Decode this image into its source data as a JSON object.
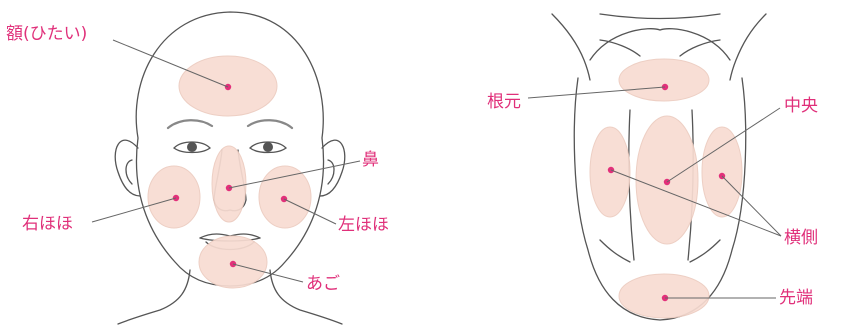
{
  "colors": {
    "label": "#e0307a",
    "dot": "#e2307a",
    "zone_fill": "#f8dcd2",
    "zone_stroke": "#eccbbf",
    "leader": "#666666",
    "outline": "#555555"
  },
  "face": {
    "labels": {
      "forehead": "額(ひたい)",
      "nose": "鼻",
      "right_cheek": "右ほほ",
      "left_cheek": "左ほほ",
      "chin": "あご"
    }
  },
  "tongue": {
    "labels": {
      "root": "根元",
      "center": "中央",
      "side": "横側",
      "tip": "先端"
    }
  }
}
